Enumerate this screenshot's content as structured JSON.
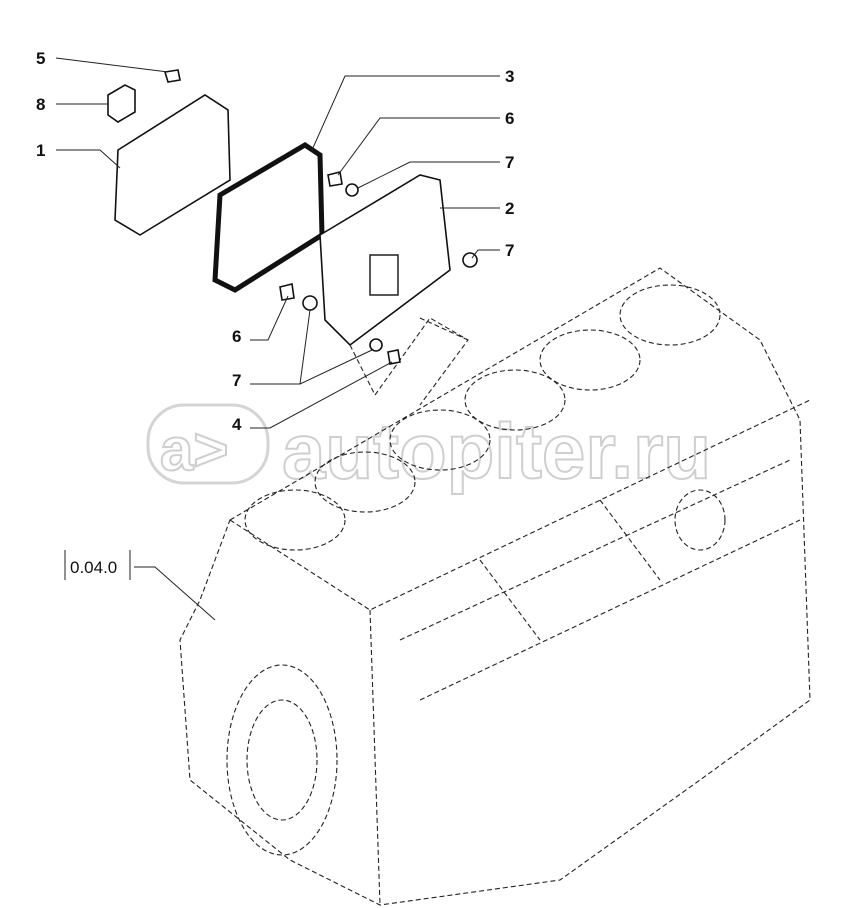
{
  "diagram": {
    "callouts": [
      {
        "id": "5",
        "label": "5"
      },
      {
        "id": "8",
        "label": "8"
      },
      {
        "id": "1",
        "label": "1"
      },
      {
        "id": "3",
        "label": "3"
      },
      {
        "id": "6a",
        "label": "6"
      },
      {
        "id": "7a",
        "label": "7"
      },
      {
        "id": "2",
        "label": "2"
      },
      {
        "id": "7b",
        "label": "7"
      },
      {
        "id": "6b",
        "label": "6"
      },
      {
        "id": "7c",
        "label": "7"
      },
      {
        "id": "4",
        "label": "4"
      }
    ],
    "reference": "0.04.0",
    "watermark": "autopiter.ru"
  }
}
